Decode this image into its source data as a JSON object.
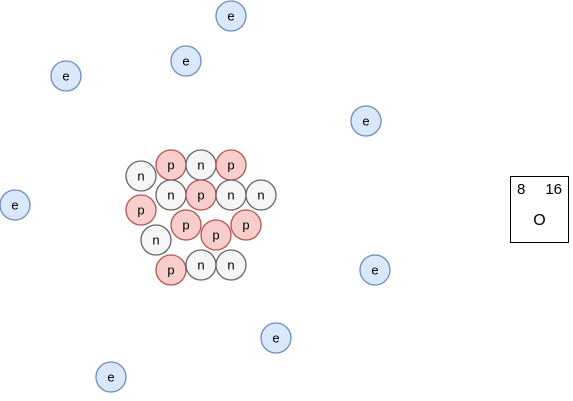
{
  "legend": {
    "electron_label": "e",
    "proton_label": "p",
    "neutron_label": "n"
  },
  "colors": {
    "electron_fill": "#dae8fc",
    "electron_stroke": "#6c8ebf",
    "proton_fill": "#f8cecc",
    "proton_stroke": "#b85450",
    "neutron_fill": "#f5f5f5",
    "neutron_stroke": "#666666"
  },
  "counts": {
    "electrons": 8,
    "protons": 8,
    "neutrons": 8
  },
  "element": {
    "atomic_number": "8",
    "mass_number": "16",
    "symbol": "O"
  }
}
